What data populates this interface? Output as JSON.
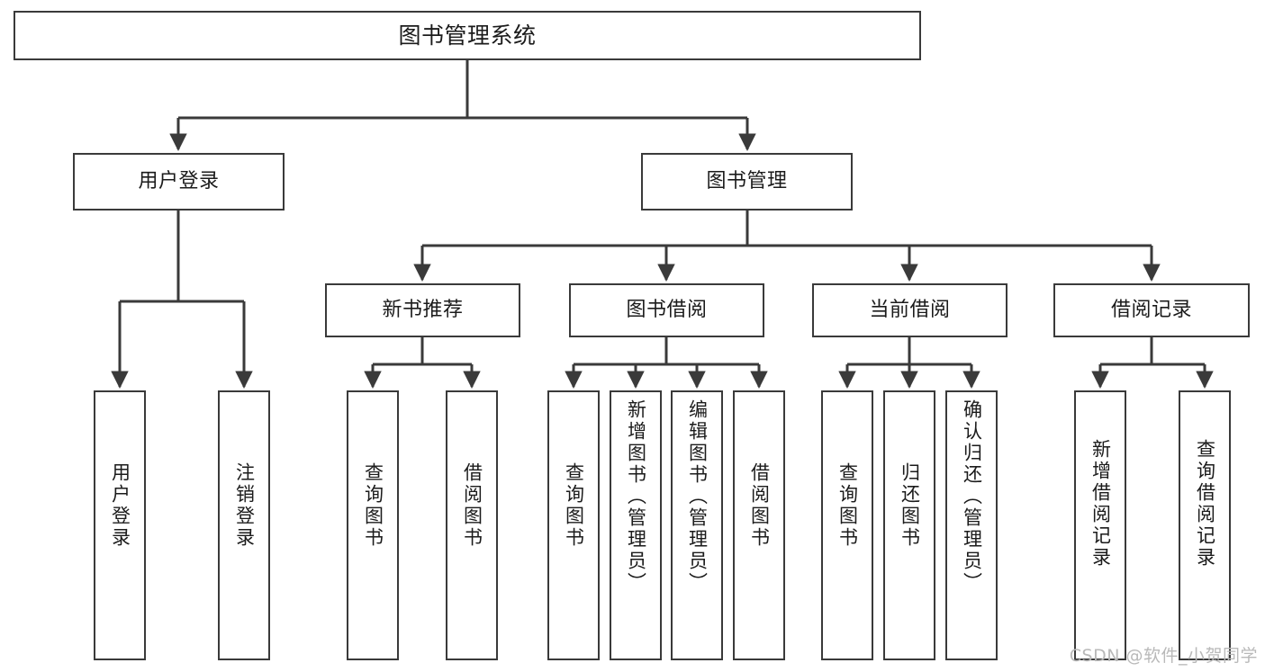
{
  "diagram": {
    "type": "tree-hierarchy-chart",
    "title": "图书管理系统",
    "background_color": "#ffffff",
    "box_border_color": "#3a3a3a",
    "connector_color": "#3a3a3a",
    "text_color": "#1b1b1b"
  },
  "root": {
    "label": "图书管理系统"
  },
  "level2": [
    {
      "label": "用户登录"
    },
    {
      "label": "图书管理"
    }
  ],
  "level3": [
    {
      "label": "新书推荐"
    },
    {
      "label": "图书借阅"
    },
    {
      "label": "当前借阅"
    },
    {
      "label": "借阅记录"
    }
  ],
  "leaves": {
    "user_login": [
      {
        "label": "用户登录"
      },
      {
        "label": "注销登录"
      }
    ],
    "new_book_recommend": [
      {
        "label": "查询图书"
      },
      {
        "label": "借阅图书"
      }
    ],
    "book_borrow": [
      {
        "label": "查询图书"
      },
      {
        "label": "新增图书（管理员）"
      },
      {
        "label": "编辑图书（管理员）"
      },
      {
        "label": "借阅图书"
      }
    ],
    "current_borrow": [
      {
        "label": "查询图书"
      },
      {
        "label": "归还图书"
      },
      {
        "label": "确认归还（管理员）"
      }
    ],
    "borrow_record": [
      {
        "label": "新增借阅记录"
      },
      {
        "label": "查询借阅记录"
      }
    ]
  },
  "watermark": {
    "text": "CSDN @软件_小贺同学"
  }
}
